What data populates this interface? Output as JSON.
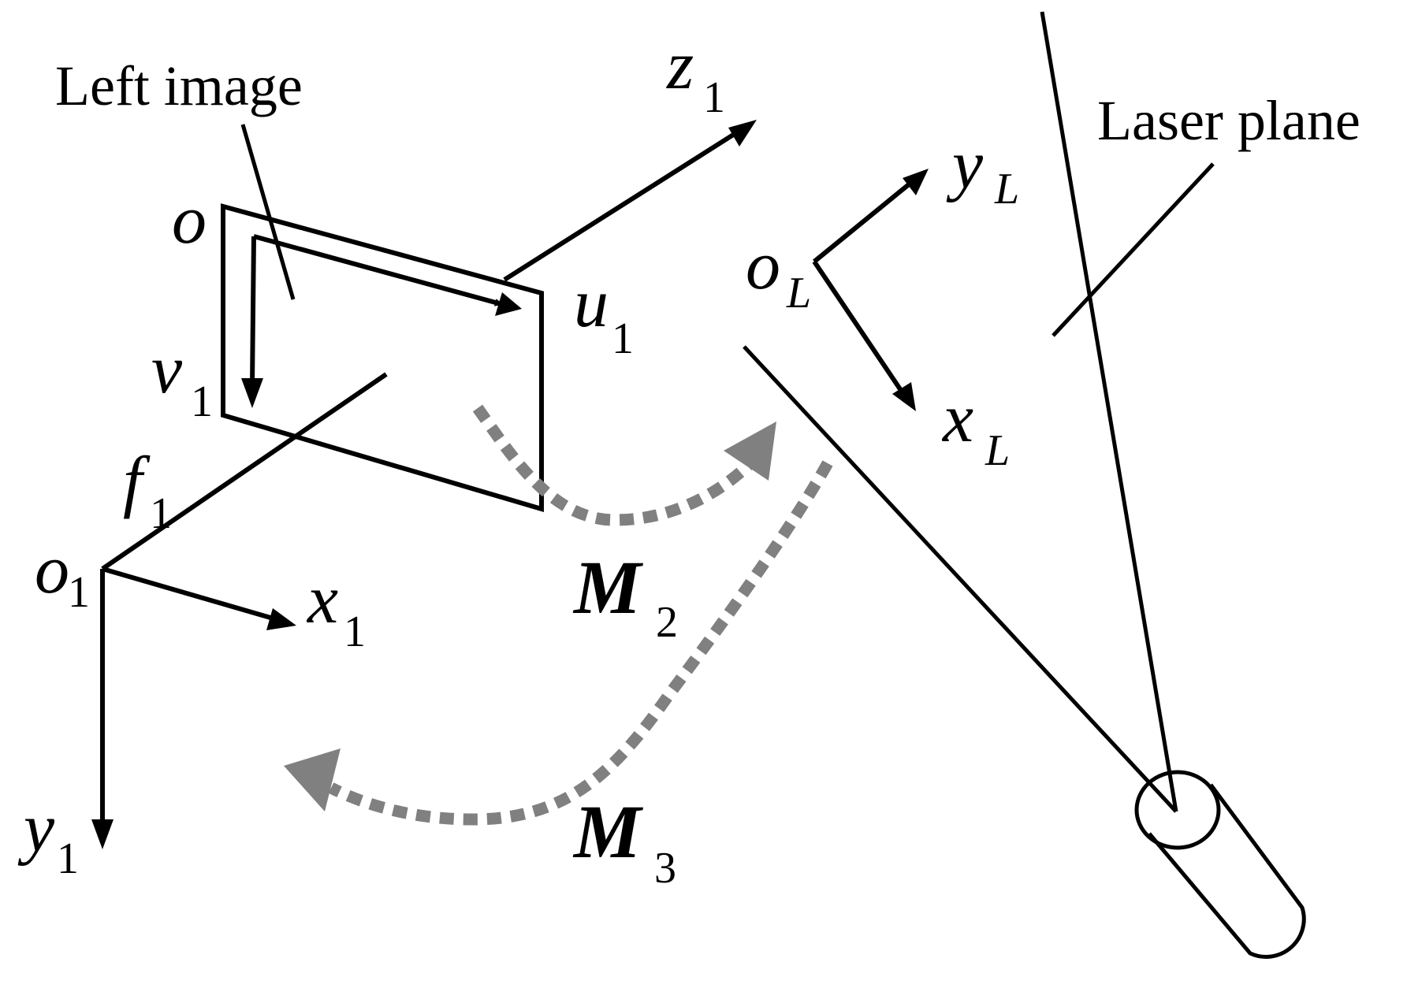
{
  "labels": {
    "left_image": "Left image",
    "laser_plane": "Laser plane",
    "o": "o",
    "v": "v",
    "v_sub": "1",
    "u": "u",
    "u_sub": "1",
    "z": "z",
    "z_sub": "1",
    "f": "f",
    "f_sub": "1",
    "o1": "o",
    "o1_sub": "1",
    "x1": "x",
    "x1_sub": "1",
    "y1": "y",
    "y1_sub": "1",
    "oL": "o",
    "oL_sub": "L",
    "yL": "y",
    "yL_sub": "L",
    "xL": "x",
    "xL_sub": "L",
    "M2": "M",
    "M2_sub": "2",
    "M3": "M",
    "M3_sub": "3"
  },
  "colors": {
    "lines": "#000000",
    "transform_arrows": "#808080"
  }
}
